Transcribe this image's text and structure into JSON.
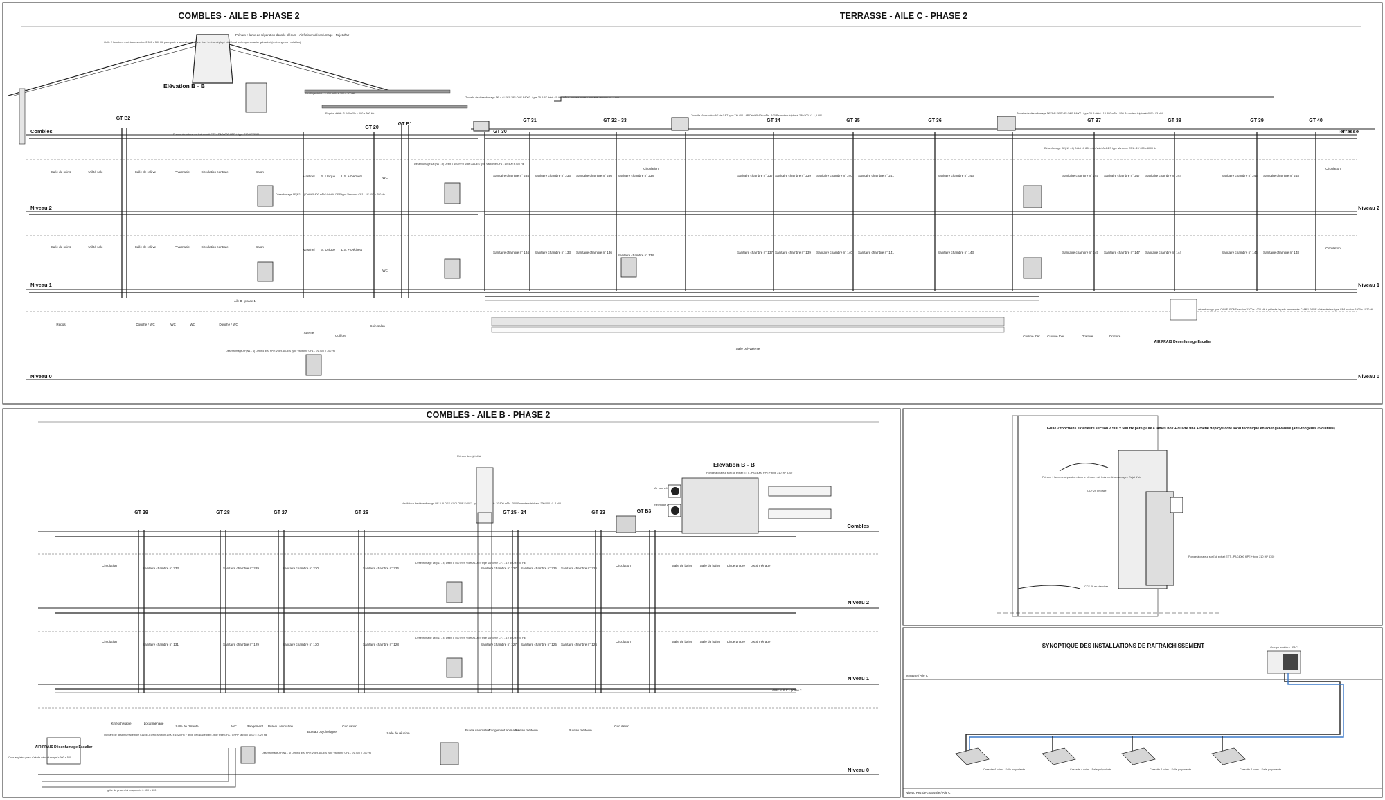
{
  "titles": {
    "top_left": "COMBLES - AILE B -PHASE 2",
    "top_right": "TERRASSE - AILE C - PHASE 2",
    "bottom_left": "COMBLES - AILE B - PHASE 2",
    "synoptique": "SYNOPTIQUE DES INSTALLATIONS DE RAFRAICHISSEMENT"
  },
  "levels": {
    "combles": "Combles",
    "terrasse": "Terrasse",
    "niveau2": "Niveau 2",
    "niveau1": "Niveau 1",
    "niveau0": "Niveau 0"
  },
  "elevations": {
    "top": "Elévation B - B",
    "bottom": "Elévation B - B"
  },
  "gt_top": {
    "aile_b": [
      "GT B2",
      "GT 20",
      "GT B1",
      "GT 30"
    ],
    "aile_c": [
      "GT 31",
      "GT 32 - 33",
      "GT 34",
      "GT 35",
      "GT 36",
      "GT 37",
      "GT 38",
      "GT 39",
      "GT 40"
    ]
  },
  "gt_bottom": [
    "GT 29",
    "GT 28",
    "GT 27",
    "GT 26",
    "GT 25 - 24",
    "GT 23",
    "GT B3"
  ],
  "rooms_top_left_n2": [
    "Salle de soins",
    "Utilité sale",
    "Salle de relève",
    "Pharmacie",
    "Circulation centrale",
    "Salon",
    "Mastinel",
    "S. Unique",
    "L.S. + Déchets",
    "WC"
  ],
  "rooms_top_left_n1": [
    "Salle de soins",
    "Utilité sale",
    "Salle de relève",
    "Pharmacie",
    "Circulation centrale",
    "Salon",
    "Mastinel",
    "S. Unique",
    "L.S. + Déchets",
    "WC"
  ],
  "rooms_top_left_n0": [
    "Repos",
    "Douche / WC",
    "WC",
    "WC",
    "Douche / WC",
    "Attente",
    "Coiffure",
    "Coin salon"
  ],
  "rooms_top_right_n2": [
    "Sanitaire chambre n° 234",
    "Sanitaire chambre n° 236",
    "Sanitaire chambre n° 236",
    "Sanitaire chambre n° 238",
    "Circulation",
    "Sanitaire chambre n° 237",
    "Sanitaire chambre n° 239",
    "Sanitaire chambre n° 240",
    "Sanitaire chambre n° 241",
    "Sanitaire chambre n° 243",
    "Sanitaire chambre n° 245",
    "Sanitaire chambre n° 247",
    "Sanitaire chambre n° 244",
    "Sanitaire chambre n° 246",
    "Sanitaire chambre n° 248",
    "Circulation"
  ],
  "rooms_top_right_n1": [
    "Sanitaire chambre n° 134",
    "Sanitaire chambre n° 133",
    "Sanitaire chambre n° 136",
    "Sanitaire chambre n° 138",
    "Sanitaire chambre n° 137",
    "Sanitaire chambre n° 139",
    "Sanitaire chambre n° 140",
    "Sanitaire chambre n° 141",
    "Sanitaire chambre n° 143",
    "Sanitaire chambre n° 145",
    "Sanitaire chambre n° 147",
    "Sanitaire chambre n° 144",
    "Sanitaire chambre n° 146",
    "Sanitaire chambre n° 148",
    "Circulation"
  ],
  "rooms_top_right_n0": [
    "Salle polyvalente",
    "Cuisine thér.",
    "Cuisine thér.",
    "Oratoire",
    "Oratoire"
  ],
  "rooms_bottom_n2": [
    "Circulation",
    "Sanitaire chambre n° 233",
    "Sanitaire chambre n° 229",
    "Sanitaire chambre n° 230",
    "Sanitaire chambre n° 226",
    "Sanitaire chambre n° 227",
    "Sanitaire chambre n° 225",
    "Sanitaire chambre n° 226",
    "Circulation",
    "Salle de bains",
    "Salle de bains",
    "Linge propre",
    "Local ménage"
  ],
  "rooms_bottom_n1": [
    "Circulation",
    "Sanitaire chambre n° 131",
    "Sanitaire chambre n° 129",
    "Sanitaire chambre n° 130",
    "Sanitaire chambre n° 128",
    "Sanitaire chambre n° 127",
    "Sanitaire chambre n° 125",
    "Sanitaire chambre n° 126",
    "Circulation",
    "Salle de bains",
    "Salle de bains",
    "Linge propre",
    "Local ménage"
  ],
  "rooms_bottom_n0": [
    "Kinésithérapie",
    "Local ménage",
    "Salle de détente",
    "WC",
    "Rangement",
    "Bureau animation",
    "Bureau psychologue",
    "Circulation",
    "Salle de réunion",
    "Bureau animation",
    "Rangement animation",
    "Bureau médecin",
    "Bureau médecin",
    "Circulation"
  ],
  "equipment_notes": {
    "desenfumage_b2": "Désenfumage DE(N1 - 4) Débit 5 400 m³/h Volet ALDES type Vantome CF1 - 1V 400 x 400 Hk",
    "desenfumage_b1": "Désenfumage AF(N2 - 4) Débit 5 400 m³/h Volet ALDES type Vantome CF1 - 1V 400 x 700 Hk",
    "desenfumage_c": "Désenfumage DE(N1 - 4) Débit 10 800 m³/h Volet ALDES type Vantome CF1 - 1V 650 x 800 Hk",
    "desenfumage_n0": "Désenfumage AF(N1 - 4) Débit 5 400 m³/h Volet ALDES type Vantome CF1 - 1V 400 x 700 Hk",
    "tourelle_1": "Tourelle de désenfumage DE 4 ALDES VELONE F400° - type 25-5-6T débit : 5 400 m³/h - 400 Pa moteur triphasé 230/400 V - 3 kW",
    "tourelle_2": "Tourelle d'extraction AF de C&T type TH-400 - 4P Débit 5 400 m³/h - 100 Pa moteur triphasé 230/400 V - 1,5 kW",
    "tourelle_3": "Tourelle de désenfumage DE 3 ALDES VELONE F400° - type 25-5 débit : 10 800 m³/h - 550 Pa moteur triphasé 400 V / 3 kW",
    "grille": "Grille 2 fonctions extérieure section 2 500 x 500 Hk pare-pluie à lames box + cuivre fine + métal déployé côté local technique en acier galvanisé (anti-rongeurs / volatiles)",
    "plenum": "Plénum + lame de séparation dans le plénum - Air frais en désenfumage - Rejet d'air",
    "pompe_top": "Pompe à chaleur sur l'air extrait ETT - PAC4000 HPE + type 210 HP 3700",
    "pompe_bottom": "Pompe à chaleur sur l'air extrait ETT - PAC4000 HPE + type 210 HP 3700",
    "ouvrant_top": "Ouvrant de désenfumage type CAMELEONE section 1200 x 1020 Hk + grille de façade persiennée CAMELEONE côté extérieur type GFA section 1800 x 1020 Hk",
    "ouvrant_bottom": "Ouvrant de désenfumage type CAMELEONE section 1200 x 1020 Hk + grille de façade pare-pluie type GFA - CFPP section 1800 x 1020 Hk",
    "ventilateur": "Ventilateur de désenfumage DE 3 ALDES CYCLONE F400° - type 355-C. débit : 10 800 m³/h - 300 Pa moteur triphasé 230/400 V - 4 kW",
    "air_frais_left": "AIR FRAIS Désenfumage Escalier",
    "air_frais_right": "AIR FRAIS Désenfumage Escalier",
    "salle_poly": "Salle polyvalente",
    "aile_b_phase1": "Aile B - phase 1",
    "aile_b_c": "Ailes B et C - phase 2",
    "grille_prise": "grille de prise d'air maçonnée ≥ 600 x 500",
    "cour_anglaise": "Cour anglaise prise d'air de désenfumage ≥ 600 x 500",
    "ccf": "CCF 2h en dalle",
    "ccf_plancher": "CCF 2h en plancher",
    "plenum_rejet": "Plénum de rejet d'air",
    "reprise": "Reprise débit : 3 440 m³/h + 600 x 300 Hk",
    "soufflage": "Soufflage débit : 3 400 m³/h + 300 x 300 Hk",
    "air_neuf": "Air neuf ø400",
    "rejet_air": "Rejet d'air ø400",
    "cap_combles": "Combles"
  },
  "synoptique": {
    "labels": [
      "Terrasse / Aile C",
      "Niveau Rez-de-chaussée / Aile C"
    ],
    "units": [
      "Cassette 4 voies - Salle polyvalente",
      "Cassette 4 voies - Salle polyvalente",
      "Cassette 4 voies - Salle polyvalente",
      "Cassette 4 voies - Salle polyvalente"
    ],
    "outdoor_unit": "Groupe extérieur - PAC"
  },
  "colors": {
    "line": "#222222",
    "line_light": "#666666",
    "duct_fill": "#d8d8d8",
    "grille_fill": "#5a5a5a",
    "pipe_blue": "#3a78c8",
    "background": "#ffffff"
  }
}
